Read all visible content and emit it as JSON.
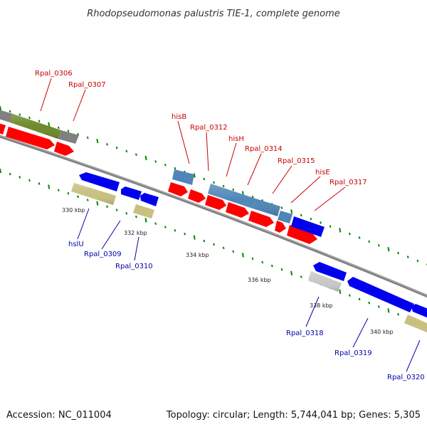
{
  "title": "Rhodopseudomonas palustris TIE-1, complete genome",
  "footer": {
    "accession": "Accession: NC_011004",
    "stats": "Topology: circular; Length: 5,744,041 bp; Genes: 5,305"
  },
  "ticks": [
    "330 kbp",
    "332 kbp",
    "334 kbp",
    "336 kbp",
    "338 kbp",
    "340 kbp"
  ],
  "colors": {
    "cds_red": "#ff0000",
    "gene_blue": "#0000ee",
    "steel_blue": "#4f86b8",
    "olive_green": "#6e8a2a",
    "gray": "#808080",
    "khaki": "#c8c080",
    "light_gray": "#c8c8c8",
    "dot_green": "#008800",
    "backbone": "#808080"
  },
  "labels_top": [
    "Rpal_0306",
    "Rpal_0307",
    "hisB",
    "Rpal_0312",
    "hisH",
    "Rpal_0314",
    "Rpal_0315",
    "hisE",
    "Rpal_0317"
  ],
  "labels_bottom": [
    "hslU",
    "Rpal_0309",
    "Rpal_0310",
    "Rpal_0318",
    "Rpal_0319",
    "Rpal_0320"
  ]
}
